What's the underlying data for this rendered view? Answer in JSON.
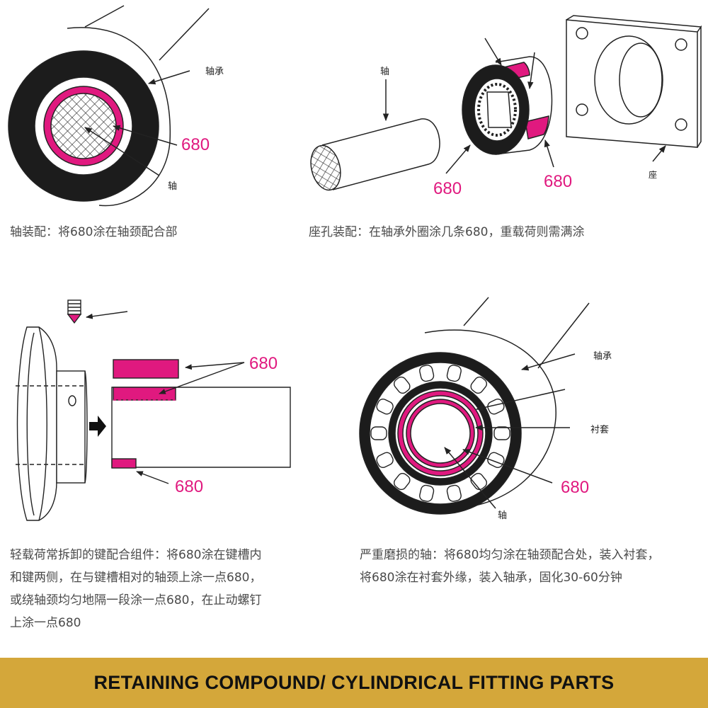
{
  "colors": {
    "accent": "#e0197f",
    "line": "#222222",
    "ring": "#1c1c1c",
    "footer_bg": "#d4a73a",
    "caption": "#4a4a4a"
  },
  "panel1": {
    "label_bearing": "轴承",
    "label_shaft": "轴",
    "label_680": "680",
    "caption": "轴装配：将680涂在轴颈配合部"
  },
  "panel2": {
    "label_shaft": "轴",
    "label_seat": "座",
    "label_680_left": "680",
    "label_680_right": "680",
    "caption": "座孔装配：在轴承外圈涂几条680，重载荷则需满涂"
  },
  "panel3": {
    "label_680_top": "680",
    "label_680_bottom": "680",
    "caption_lines": [
      "轻载荷常拆卸的键配合组件：将680涂在键槽内",
      "和键两侧，在与键槽相对的轴颈上涂一点680，",
      "或绕轴颈均匀地隔一段涂一点680，在止动螺钉",
      "上涂一点680"
    ]
  },
  "panel4": {
    "label_bearing": "轴承",
    "label_sleeve": "衬套",
    "label_680": "680",
    "label_shaft": "轴",
    "caption_lines": [
      "严重磨损的轴：将680均匀涂在轴颈配合处，装入衬套，",
      "将680涂在衬套外缘，装入轴承，固化30-60分钟"
    ]
  },
  "footer": {
    "text": "RETAINING COMPOUND/ CYLINDRICAL FITTING PARTS"
  }
}
